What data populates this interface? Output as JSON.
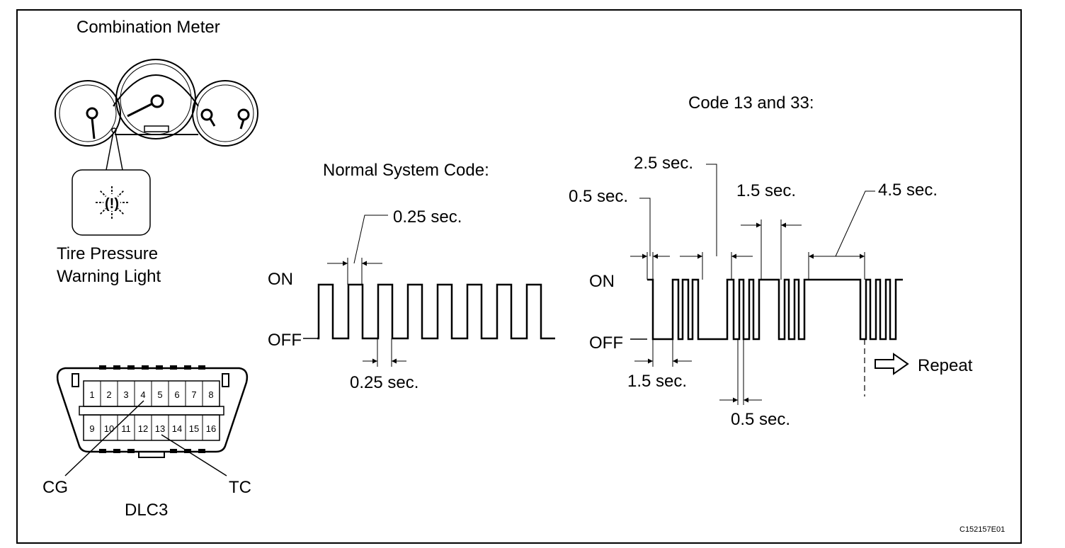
{
  "meter": {
    "title": "Combination Meter",
    "warning_light_label_line1": "Tire Pressure",
    "warning_light_label_line2": "Warning Light",
    "warning_symbol": "(!)"
  },
  "dlc3": {
    "label": "DLC3",
    "pins_top": [
      "1",
      "2",
      "3",
      "4",
      "5",
      "6",
      "7",
      "8"
    ],
    "pins_bottom": [
      "9",
      "10",
      "11",
      "12",
      "13",
      "14",
      "15",
      "16"
    ],
    "terminal_cg": "CG",
    "terminal_tc": "TC"
  },
  "normal": {
    "title": "Normal System Code:",
    "on_label": "ON",
    "off_label": "OFF",
    "top_dim": "0.25 sec.",
    "bottom_dim": "0.25 sec."
  },
  "code": {
    "title": "Code 13 and 33:",
    "on_label": "ON",
    "off_label": "OFF",
    "dim_05_top": "0.5 sec.",
    "dim_25": "2.5 sec.",
    "dim_15_top": "1.5 sec.",
    "dim_45": "4.5 sec.",
    "dim_15_bottom": "1.5 sec.",
    "dim_05_bottom": "0.5 sec.",
    "repeat": "Repeat"
  },
  "figure_id": "C152157E01"
}
